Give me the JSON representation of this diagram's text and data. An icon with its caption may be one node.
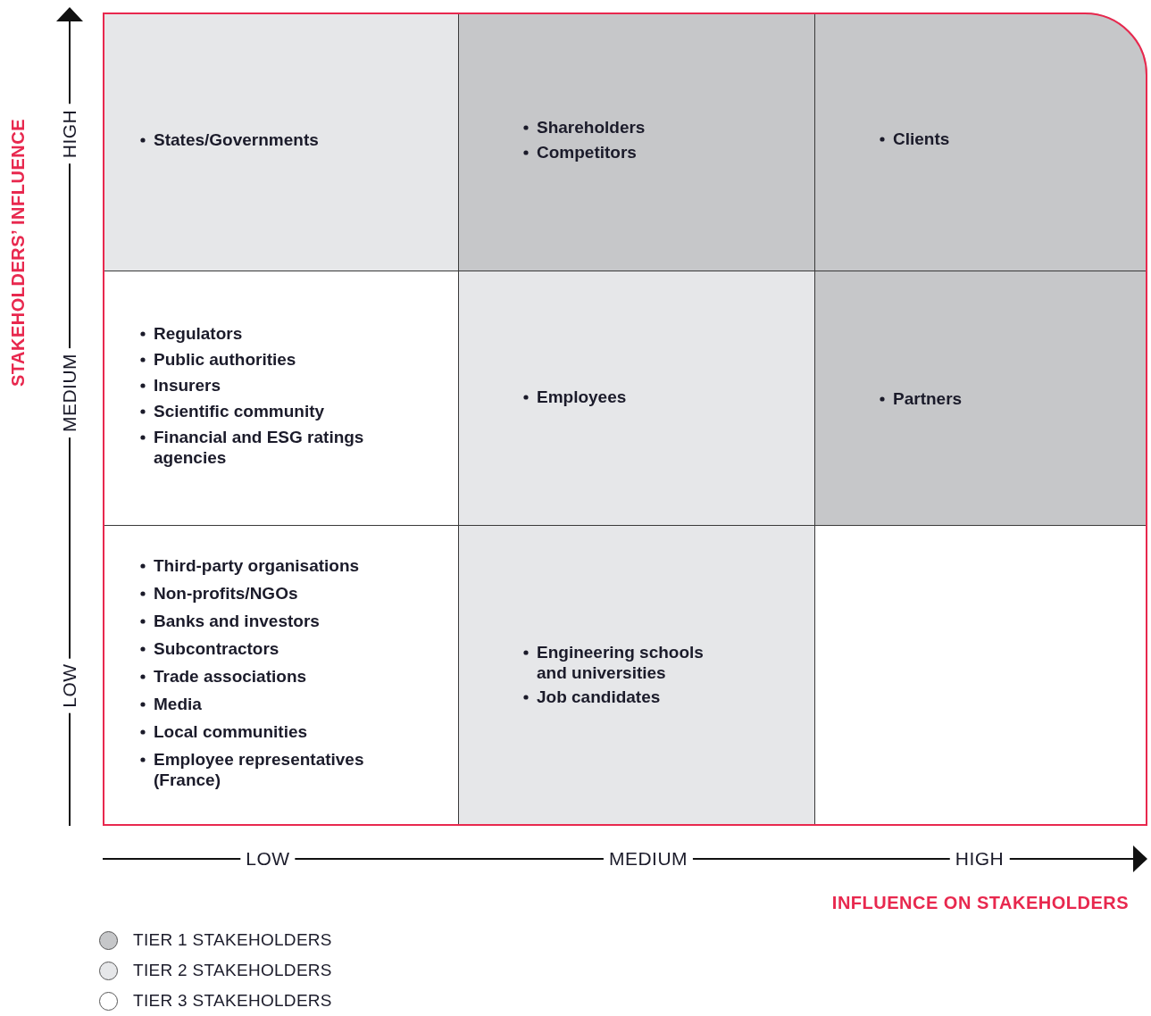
{
  "diagram": {
    "nodes": [
      {
        "text": [
          "States/Governments"
        ]
      },
      {
        "text": [
          "Shareholders",
          "Competitors"
        ]
      },
      {
        "text": [
          "Clients"
        ]
      },
      {
        "text": [
          "Regulators",
          "Public authorities",
          "Insurers",
          "Scientific community",
          "Financial and ESG ratings agencies"
        ]
      },
      {
        "text": [
          "Employees"
        ]
      },
      {
        "text": [
          "Partners"
        ]
      },
      {
        "text": [
          "Third-party organisations",
          "Non-profits/NGOs",
          "Banks and investors",
          "Subcontractors",
          "Trade associations",
          "Media",
          "Local communities",
          "Employee representatives (France)"
        ]
      },
      {
        "text": [
          "Engineering schools and universities",
          "Job candidates"
        ]
      }
    ],
    "edges": [],
    "labels": [
      "STAKEHOLDERS’ INFLUENCE",
      "HIGH",
      "MEDIUM",
      "LOW",
      "LOW",
      "MEDIUM",
      "HIGH",
      "INFLUENCE ON STAKEHOLDERS"
    ],
    "legend": [
      {
        "text": "TIER 1 STAKEHOLDERS",
        "color": "#c6c7c9"
      },
      {
        "text": "TIER 2 STAKEHOLDERS",
        "color": "#e6e7e9"
      },
      {
        "text": "TIER 3 STAKEHOLDERS",
        "color": "#ffffff"
      }
    ]
  }
}
